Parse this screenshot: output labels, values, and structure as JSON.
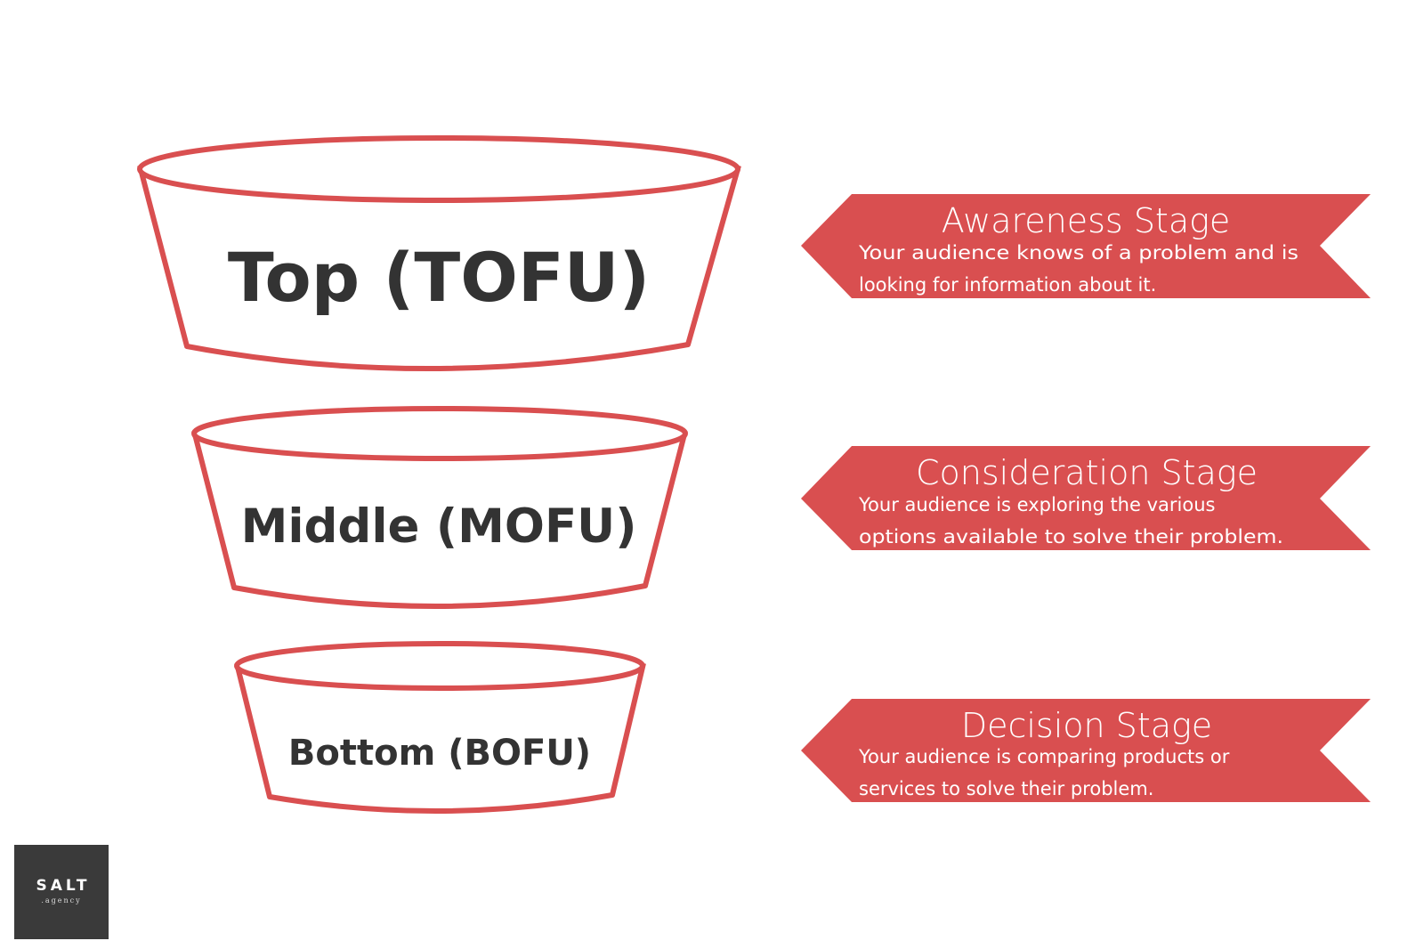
{
  "accent_color": "#d94f50",
  "label_color": "#333333",
  "funnel": {
    "top": {
      "label": "Top (TOFU)"
    },
    "middle": {
      "label": "Middle (MOFU)"
    },
    "bottom": {
      "label": "Bottom (BOFU)"
    }
  },
  "stages": [
    {
      "title": "Awareness Stage",
      "description_lines": [
        "Your audience knows of a problem and is",
        "looking for information about it."
      ]
    },
    {
      "title": "Consideration Stage",
      "description_lines": [
        "Your audience is exploring the various",
        "options available to solve their problem."
      ]
    },
    {
      "title": "Decision Stage",
      "description_lines": [
        "Your audience is comparing products or",
        "services to solve their problem."
      ]
    }
  ],
  "logo": {
    "name": "SALT",
    "subtitle": ".agency"
  }
}
